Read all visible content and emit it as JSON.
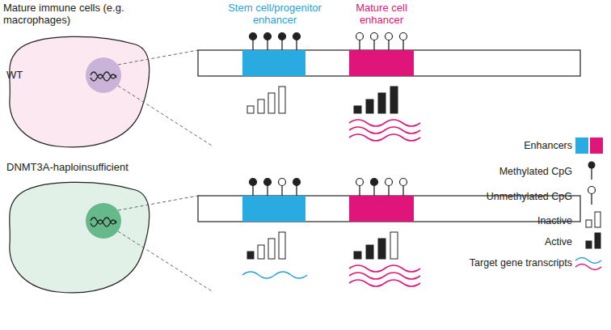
{
  "diagram": {
    "labels": [
      "Mature immune cells (e.g. macrophages)",
      "Stem cell/progenitor enhancer",
      "Mature cell enhancer",
      "WT",
      "DNMT3A-haploinsufficient"
    ],
    "legend": [
      {
        "text": "Enhancers",
        "color": "#29aae1"
      },
      {
        "text": "Methylated CpG"
      },
      {
        "text": "Unmethylated CpG"
      },
      {
        "text": "Inactive"
      },
      {
        "text": "Active"
      },
      {
        "text": "Target gene transcripts"
      }
    ]
  }
}
